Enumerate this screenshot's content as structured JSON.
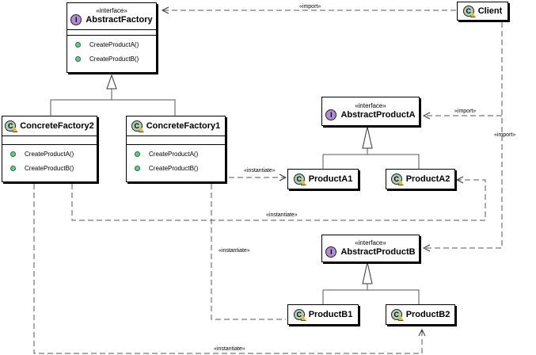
{
  "classes": {
    "abstract_factory": {
      "stereotype": "«interface»",
      "badge": "I",
      "name": "AbstractFactory",
      "ops": [
        "CreateProductA()",
        "CreateProductB()"
      ]
    },
    "client": {
      "badge": "C",
      "name": "Client"
    },
    "concrete_factory2": {
      "badge": "C",
      "name": "ConcreteFactory2",
      "ops": [
        "CreateProductA()",
        "CreateProductB()"
      ]
    },
    "concrete_factory1": {
      "badge": "C",
      "name": "ConcreteFactory1",
      "ops": [
        "CreateProductA()",
        "CreateProductB()"
      ]
    },
    "abstract_product_a": {
      "stereotype": "«interface»",
      "badge": "I",
      "name": "AbstractProductA"
    },
    "product_a1": {
      "badge": "C",
      "name": "ProductA1"
    },
    "product_a2": {
      "badge": "C",
      "name": "ProductA2"
    },
    "abstract_product_b": {
      "stereotype": "«interface»",
      "badge": "I",
      "name": "AbstractProductB"
    },
    "product_b1": {
      "badge": "C",
      "name": "ProductB1"
    },
    "product_b2": {
      "badge": "C",
      "name": "ProductB2"
    }
  },
  "labels": {
    "import_factory": "«import»",
    "import_product_a": "«import»",
    "import_vertical": "«import»",
    "instantiate_a1": "«instantiate»",
    "instantiate_a2": "«instantiate»",
    "instantiate_b1": "«instantiate»",
    "instantiate_b2": "«instantiate»"
  },
  "colors": {
    "interface_badge": "#b18bd6",
    "class_badge": "#add1b2",
    "operation_dot": "#84be84",
    "line": "#555555"
  }
}
